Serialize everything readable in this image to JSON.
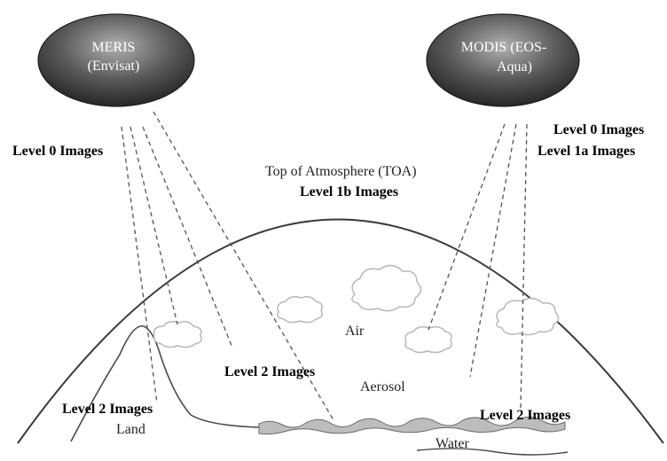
{
  "satellites": {
    "meris": {
      "line1": "MERIS",
      "line2": "(Envisat)"
    },
    "modis": {
      "line1": "MODIS (EOS-",
      "line2": "Aqua)"
    }
  },
  "labels": {
    "level0_left": "Level 0 Images",
    "level0_right": "Level 0 Images",
    "level1a_right": "Level 1a Images",
    "toa": "Top of Atmosphere (TOA)",
    "level1b": "Level 1b Images",
    "level2_center": "Level 2 Images",
    "level2_left": "Level 2 Images",
    "level2_right": "Level 2 Images",
    "air": "Air",
    "aerosol": "Aerosol",
    "land": "Land",
    "water": "Water"
  },
  "colors": {
    "ellipse_dark": "#2a2a2a",
    "ellipse_light": "#9a9a9a",
    "line": "#3a3a3a",
    "dash": "#555555",
    "cloud_fill": "#ffffff",
    "cloud_stroke": "#b8b8b8",
    "wave_fill": "#bdbdbd"
  }
}
